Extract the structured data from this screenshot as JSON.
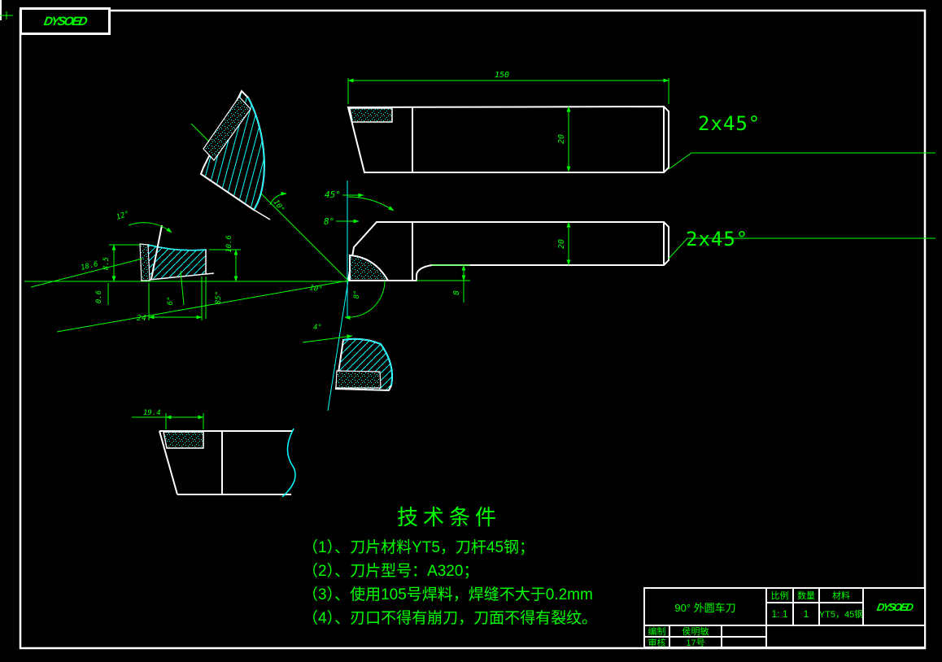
{
  "watermark": {
    "logo_text": "DYSOED",
    "title_block_text": "DYSOED"
  },
  "tech_conditions": {
    "title": "技术条件",
    "items": [
      "（1）、刀片材料YT5，刀杆45钢；",
      "（2）、刀片型号：A320；",
      "（3）、使用105号焊料，焊缝不大于0.2mm",
      "（4）、刃口不得有崩刀，刀面不得有裂纹。"
    ]
  },
  "title_block": {
    "part_name": "90° 外圆车刀",
    "scale_label": "比例",
    "scale_value": "1: 1",
    "qty_label": "数量",
    "qty_value": "1",
    "material_label": "材料",
    "material_value": "YT5，45钢",
    "compiler_label": "编制",
    "compiler_value": "侯明敏",
    "reviewer_label": "审核",
    "reviewer_value": "17号"
  },
  "dimensions": {
    "length_overall": "150",
    "width_top": "20",
    "height_front": "20",
    "head_drop": "8",
    "chamfer_top": "2x45°",
    "chamfer_front": "2x45°",
    "angle_45": "45°",
    "angle_8": "8°",
    "angle_8_arc": "8°",
    "angle_10": "10°",
    "angle_4": "4°",
    "angle_10_section": "10°",
    "angle_12": "12°",
    "h_85": "8.5",
    "h_106": "10.6",
    "diag_186": "18.6",
    "seam_06": "0.6",
    "seat_24": "24",
    "angle_6": "6°",
    "angle_85": "85°",
    "insert_194": "19.4"
  },
  "colors": {
    "background": "#000000",
    "line_green": "#00ff00",
    "line_white": "#ffffff",
    "line_cyan": "#00ffff"
  }
}
